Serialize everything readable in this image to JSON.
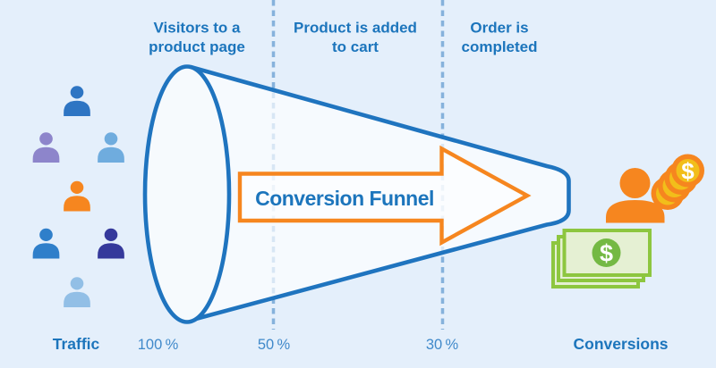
{
  "diagram_title": "Conversion Funnel",
  "stages": [
    {
      "line1": "Visitors to a",
      "line2": "product page",
      "percent": "100 %"
    },
    {
      "line1": "Product is added",
      "line2": "to cart",
      "percent": "50 %"
    },
    {
      "line1": "Order is",
      "line2": "completed",
      "percent": "30 %"
    }
  ],
  "traffic_label": "Traffic",
  "conversions_label": "Conversions",
  "currency_symbol": "$",
  "people_left": [
    {
      "icon": "person-icon",
      "color": "#2e75c3"
    },
    {
      "icon": "person-icon",
      "color": "#8d85cb"
    },
    {
      "icon": "person-icon",
      "color": "#6facde"
    },
    {
      "icon": "person-icon",
      "color": "#f6861f"
    },
    {
      "icon": "person-icon",
      "color": "#2f7fca"
    },
    {
      "icon": "person-icon",
      "color": "#35399b"
    },
    {
      "icon": "person-icon",
      "color": "#92bfe6"
    }
  ],
  "person_right": {
    "icon": "person-icon",
    "color": "#f6861f"
  },
  "colors": {
    "background": "#e4effb",
    "funnel_stroke": "#1f74bf",
    "arrow_orange": "#f6861f",
    "label_blue": "#1c75bc",
    "percent_blue": "#4089ca",
    "dash_blue": "#86b2dc",
    "coin_orange": "#f6861f",
    "coin_gold": "#f2be1a",
    "bill_border_green": "#8dc63f",
    "bill_fill_green": "#e5f0d3",
    "bill_circle_green": "#74b944",
    "money_symbol_white": "#ffffff"
  }
}
